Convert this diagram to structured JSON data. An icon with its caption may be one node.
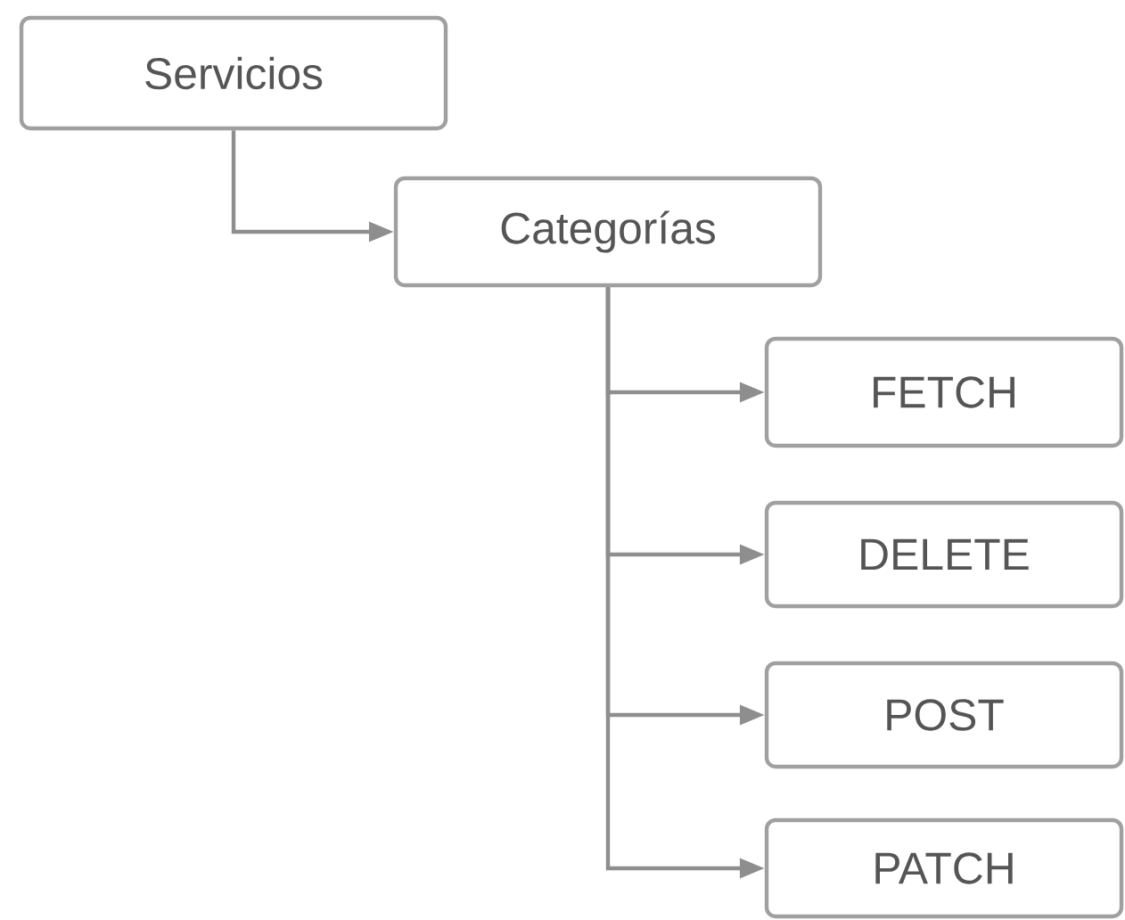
{
  "diagram": {
    "nodes": [
      {
        "text": [
          "Servicios"
        ]
      },
      {
        "text": [
          "Categorías"
        ]
      },
      {
        "text": [
          "FETCH"
        ]
      },
      {
        "text": [
          "DELETE"
        ]
      },
      {
        "text": [
          "POST"
        ]
      },
      {
        "text": [
          "PATCH"
        ]
      }
    ],
    "edges": [
      {
        "from": 0,
        "to": 1,
        "arrow": "to"
      },
      {
        "from": 1,
        "to": 2,
        "arrow": "to"
      },
      {
        "from": 1,
        "to": 3,
        "arrow": "to"
      },
      {
        "from": 1,
        "to": 4,
        "arrow": "to"
      },
      {
        "from": 1,
        "to": 5,
        "arrow": "to"
      }
    ]
  }
}
